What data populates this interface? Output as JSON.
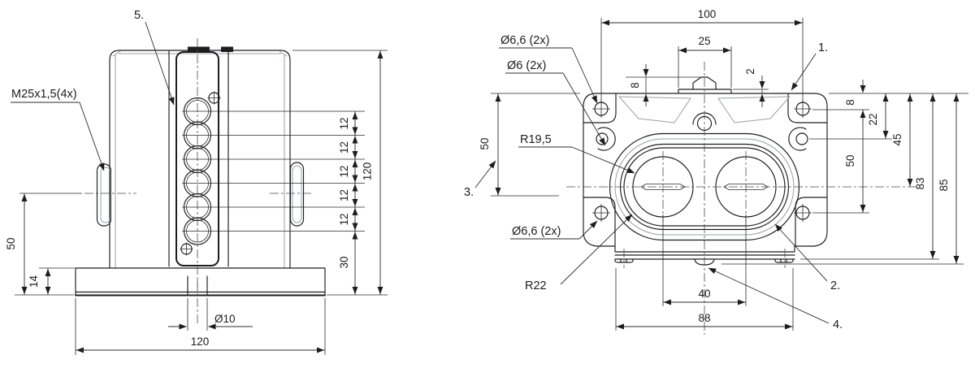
{
  "drawing": {
    "front_view": {
      "callout_5": "5.",
      "thread_label": "M25x1,5(4x)",
      "pitch_dims": [
        "12",
        "12",
        "12",
        "12",
        "12"
      ],
      "dim_30": "30",
      "dim_height_120": "120",
      "dim_50": "50",
      "dim_14": "14",
      "dim_hole_10": "Ø10",
      "dim_width_120": "120"
    },
    "top_view": {
      "dim_100": "100",
      "dim_25": "25",
      "dim_8_top": "8",
      "dim_2": "2",
      "dim_8_right": "8",
      "dim_22": "22",
      "dim_45": "45",
      "dim_50_right": "50",
      "dim_83": "83",
      "dim_85": "85",
      "dim_50_left": "50",
      "dim_40": "40",
      "dim_88": "88",
      "hole_label_top": "Ø6,6 (2x)",
      "hole_label_mid": "Ø6 (2x)",
      "hole_label_bottom": "Ø6,6 (2x)",
      "radius_inner": "R19,5",
      "radius_outer": "R22",
      "callout_1": "1.",
      "callout_2": "2.",
      "callout_3": "3.",
      "callout_4": "4."
    },
    "colors": {
      "line": "#1d1d1d",
      "secondary": "#9aa0a4",
      "background": "#ffffff"
    }
  }
}
